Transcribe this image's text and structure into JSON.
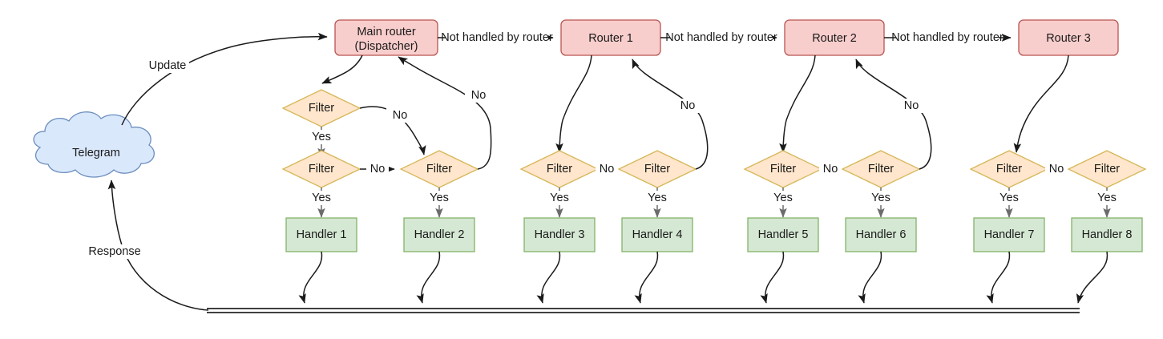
{
  "diagram": {
    "title": "Telegram bot update routing flow",
    "colors": {
      "router_fill": "#f8cecc",
      "router_stroke": "#b85450",
      "filter_fill": "#ffe6cc",
      "filter_stroke": "#d6b656",
      "handler_fill": "#d5e8d4",
      "handler_stroke": "#82b366",
      "cloud_fill": "#dae8fc",
      "cloud_stroke": "#6c8ebf",
      "edge": "#1a1a1a",
      "background": "#ffffff"
    },
    "cloud": {
      "label": "Telegram"
    },
    "routers": [
      {
        "id": "main",
        "line1": "Main router",
        "line2": "(Dispatcher)"
      },
      {
        "id": "router1",
        "line1": "Router 1",
        "line2": ""
      },
      {
        "id": "router2",
        "line1": "Router 2",
        "line2": ""
      },
      {
        "id": "router3",
        "line1": "Router 3",
        "line2": ""
      }
    ],
    "filters": [
      {
        "id": "f-top",
        "label": "Filter"
      },
      {
        "id": "f1",
        "label": "Filter"
      },
      {
        "id": "f2",
        "label": "Filter"
      },
      {
        "id": "f3",
        "label": "Filter"
      },
      {
        "id": "f4",
        "label": "Filter"
      },
      {
        "id": "f5",
        "label": "Filter"
      },
      {
        "id": "f6",
        "label": "Filter"
      },
      {
        "id": "f7",
        "label": "Filter"
      },
      {
        "id": "f8",
        "label": "Filter"
      }
    ],
    "handlers": [
      {
        "id": "h1",
        "label": "Handler 1"
      },
      {
        "id": "h2",
        "label": "Handler 2"
      },
      {
        "id": "h3",
        "label": "Handler 3"
      },
      {
        "id": "h4",
        "label": "Handler 4"
      },
      {
        "id": "h5",
        "label": "Handler 5"
      },
      {
        "id": "h6",
        "label": "Handler 6"
      },
      {
        "id": "h7",
        "label": "Handler 7"
      },
      {
        "id": "h8",
        "label": "Handler 8"
      }
    ],
    "edge_labels": {
      "update": "Update",
      "response": "Response",
      "not_handled_1": "Not handled by router",
      "not_handled_2": "Not handled by router",
      "not_handled_3": "Not handled by router",
      "yes": "Yes",
      "no": "No",
      "yes_1": "Yes",
      "yes_2": "Yes",
      "yes_3": "Yes",
      "yes_4": "Yes",
      "yes_5": "Yes",
      "yes_6": "Yes",
      "yes_7": "Yes",
      "yes_8": "Yes",
      "yes_top": "Yes",
      "no_top": "No",
      "no_back_main": "No",
      "no_1": "No",
      "no_back_1": "No",
      "no_2": "No",
      "no_back_2": "No",
      "no_3": "No",
      "no_back_3": "No",
      "no_4": "No"
    }
  }
}
